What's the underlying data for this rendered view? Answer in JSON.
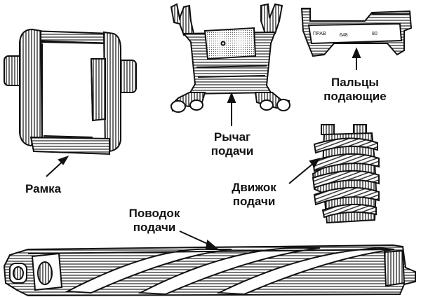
{
  "labels": {
    "ramka": "Рамка",
    "rychag_line1": "Рычаг",
    "rychag_line2": "подачи",
    "paltsy_line1": "Пальцы",
    "paltsy_line2": "подающие",
    "dvizhok_line1": "Движок",
    "dvizhok_line2": "подачи",
    "povodok_line1": "Поводок",
    "povodok_line2": "подачи"
  },
  "stamps": {
    "side": "ПРАВ",
    "number": "648",
    "code": "80"
  },
  "colors": {
    "ink": "#111111",
    "paper": "#ffffff",
    "shade": "#6b6b6b"
  }
}
